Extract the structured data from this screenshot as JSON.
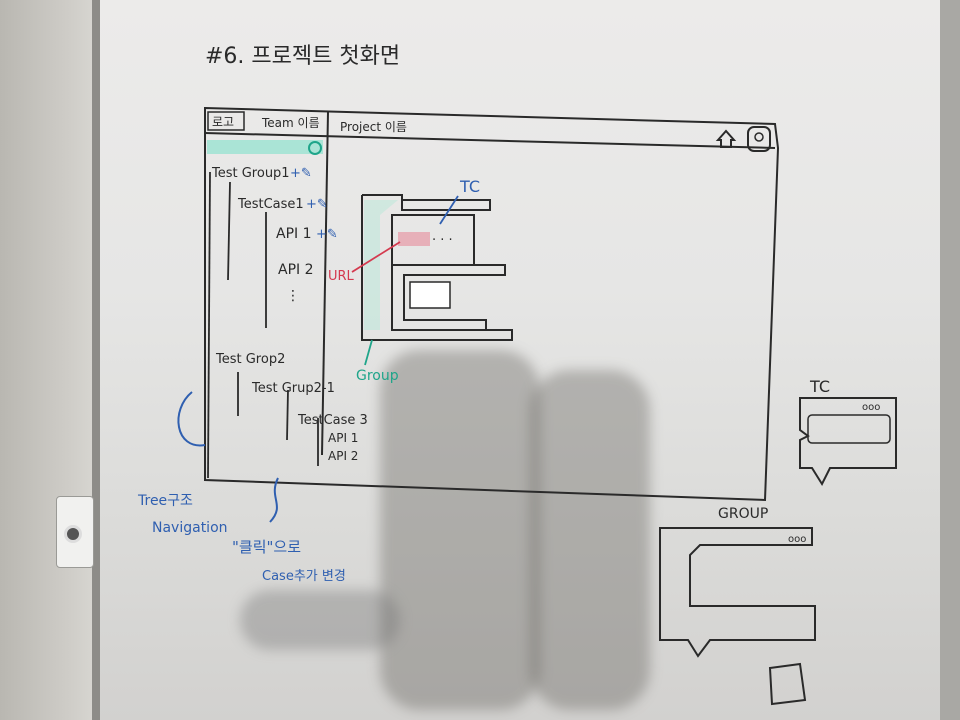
{
  "title": "#6. 프로젝트 첫화면",
  "header": {
    "logo": "로고",
    "team_name": "Team 이름",
    "project_name": "Project 이름"
  },
  "tree": [
    {
      "label": "Test Group1",
      "actions": "+✎"
    },
    {
      "label": "TestCase1",
      "actions": "+✎"
    },
    {
      "label": "API 1",
      "actions": "+✎"
    },
    {
      "label": "API 2",
      "actions": ""
    },
    {
      "label": "⋮",
      "actions": ""
    },
    {
      "label": "Test Grop2",
      "actions": ""
    },
    {
      "label": "Test Grup2-1",
      "actions": ""
    },
    {
      "label": "TestCase 3",
      "actions": ""
    },
    {
      "label": "API 1",
      "actions": ""
    },
    {
      "label": "API 2",
      "actions": ""
    }
  ],
  "canvas": {
    "tc_label": "TC",
    "url_label": "URL",
    "group_label": "Group"
  },
  "notes": {
    "tree_note_1": "Tree구조",
    "tree_note_2": "Navigation",
    "click_note_1": "\"클릭\"으로",
    "click_note_2": "Case추가 변경"
  },
  "legend": {
    "tc_title": "TC",
    "group_title": "GROUP"
  },
  "colors": {
    "ink_black": "#2a2a2a",
    "ink_blue": "#2f5fb0",
    "ink_teal": "#1fa58a",
    "ink_red": "#d43a4f"
  }
}
